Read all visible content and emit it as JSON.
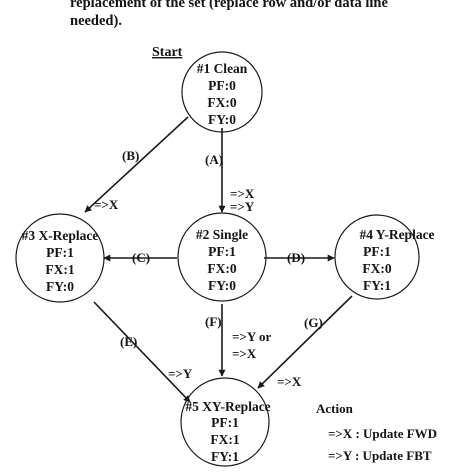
{
  "caption": {
    "line1": "replacement of the set (replace row and/or data line",
    "line2": "needed)."
  },
  "start_label": "Start",
  "states": [
    {
      "id": "s1",
      "name": "#1 Clean",
      "flags": [
        "PF:0",
        "FX:0",
        "FY:0"
      ]
    },
    {
      "id": "s2",
      "name": "#2 Single",
      "flags": [
        "PF:1",
        "FX:0",
        "FY:0"
      ]
    },
    {
      "id": "s3",
      "name": "#3 X-Replace",
      "flags": [
        "PF:1",
        "FX:1",
        "FY:0"
      ]
    },
    {
      "id": "s4",
      "name": "#4 Y-Replace",
      "flags": [
        "PF:1",
        "FX:0",
        "FY:1"
      ]
    },
    {
      "id": "s5",
      "name": "#5 XY-Replace",
      "flags": [
        "PF:1",
        "FX:1",
        "FY:1"
      ]
    }
  ],
  "transitions": [
    {
      "id": "A",
      "label": "(A)",
      "from": "s1",
      "to": "s2",
      "actions": [
        "=>X",
        "=>Y"
      ]
    },
    {
      "id": "B",
      "label": "(B)",
      "from": "s1",
      "to": "s3",
      "actions": [
        "=>X"
      ]
    },
    {
      "id": "C",
      "label": "(C)",
      "from": "s2",
      "to": "s3",
      "actions": []
    },
    {
      "id": "D",
      "label": "(D)",
      "from": "s2",
      "to": "s4",
      "actions": []
    },
    {
      "id": "E",
      "label": "(E)",
      "from": "s3",
      "to": "s5",
      "actions": [
        "=>Y"
      ]
    },
    {
      "id": "F",
      "label": "(F)",
      "from": "s2",
      "to": "s5",
      "actions": [
        "=>Y or",
        "=>X"
      ]
    },
    {
      "id": "G",
      "label": "(G)",
      "from": "s4",
      "to": "s5",
      "actions": [
        "=>X"
      ]
    }
  ],
  "legend": {
    "title": "Action",
    "items": [
      "=>X : Update FWD",
      "=>Y : Update FBT"
    ]
  }
}
